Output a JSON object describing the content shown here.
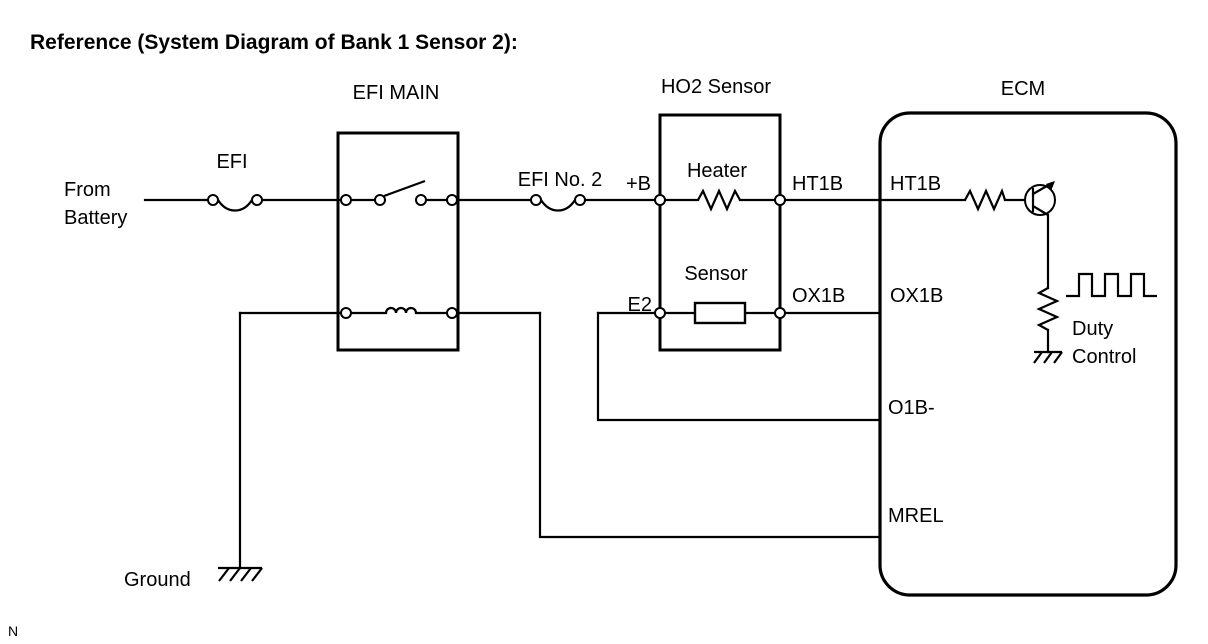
{
  "colors": {
    "background": "#ffffff",
    "line": "#000000",
    "text": "#000000"
  },
  "title": "Reference (System Diagram of Bank 1 Sensor 2):",
  "footnote": "N",
  "blocks": {
    "relay": "EFI MAIN",
    "sensor": "HO2 Sensor",
    "ecm": "ECM"
  },
  "source": {
    "line1": "From",
    "line2": "Battery"
  },
  "fuses": {
    "efi": "EFI",
    "efi_no2": "EFI No. 2"
  },
  "sensor_unit": {
    "plus_b": "+B",
    "heater": "Heater",
    "sensor": "Sensor",
    "e2": "E2"
  },
  "wires": {
    "ht1b": "HT1B",
    "ox1b": "OX1B"
  },
  "ecm_pins": {
    "ht1b": "HT1B",
    "ox1b": "OX1B",
    "o1b": "O1B-",
    "mrel": "MREL"
  },
  "ecm_internal": {
    "duty_line1": "Duty",
    "duty_line2": "Control"
  },
  "ground": "Ground"
}
